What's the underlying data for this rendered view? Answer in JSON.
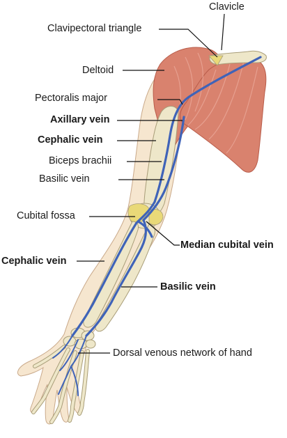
{
  "labels": {
    "clavicle": "Clavicle",
    "clavipectoral_triangle": "Clavipectoral triangle",
    "deltoid": "Deltoid",
    "pectoralis_major": "Pectoralis major",
    "axillary_vein": "Axillary vein",
    "cephalic_vein_upper": "Cephalic vein",
    "biceps_brachii": "Biceps brachii",
    "basilic_vein_upper": "Basilic vein",
    "cubital_fossa": "Cubital fossa",
    "median_cubital_vein": "Median cubital vein",
    "cephalic_vein_lower": "Cephalic vein",
    "basilic_vein_lower": "Basilic vein",
    "dorsal_venous_network": "Dorsal venous network of hand"
  },
  "colors": {
    "skin": "#f6e6cf",
    "skin_outline": "#c9a98a",
    "muscle": "#d9826e",
    "muscle_dark": "#b85c4a",
    "muscle_light": "#eaa898",
    "bone": "#eee7c9",
    "bone_outline": "#a89d78",
    "vein": "#3f63b8",
    "vein_light": "#8fb0e6",
    "cartilage": "#e9d978",
    "leader": "#111111"
  }
}
